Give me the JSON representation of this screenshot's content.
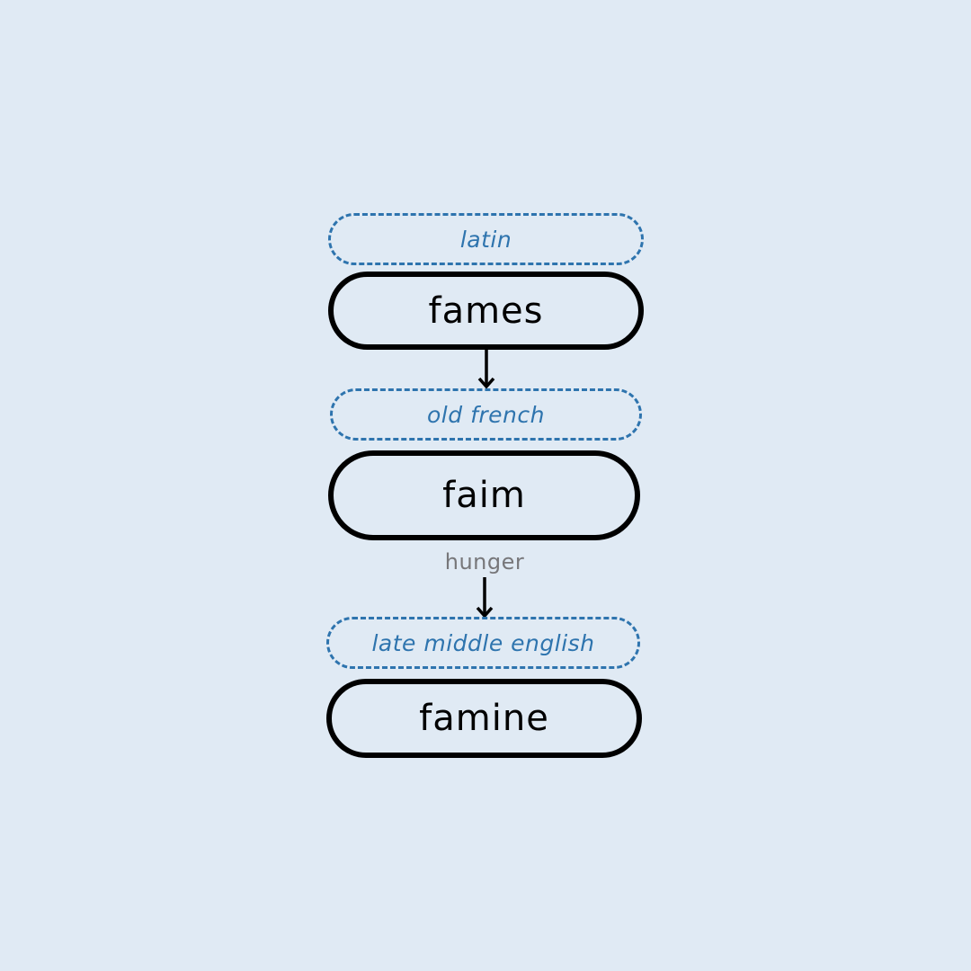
{
  "stages": [
    {
      "language": "latin",
      "word": "fames"
    },
    {
      "language": "old french",
      "word": "faim",
      "meaning": "hunger"
    },
    {
      "language": "late middle english",
      "word": "famine"
    }
  ],
  "colors": {
    "background": "#e0eaf4",
    "language_accent": "#2e74ae",
    "word_border": "#000000",
    "meaning_text": "#77777a"
  }
}
